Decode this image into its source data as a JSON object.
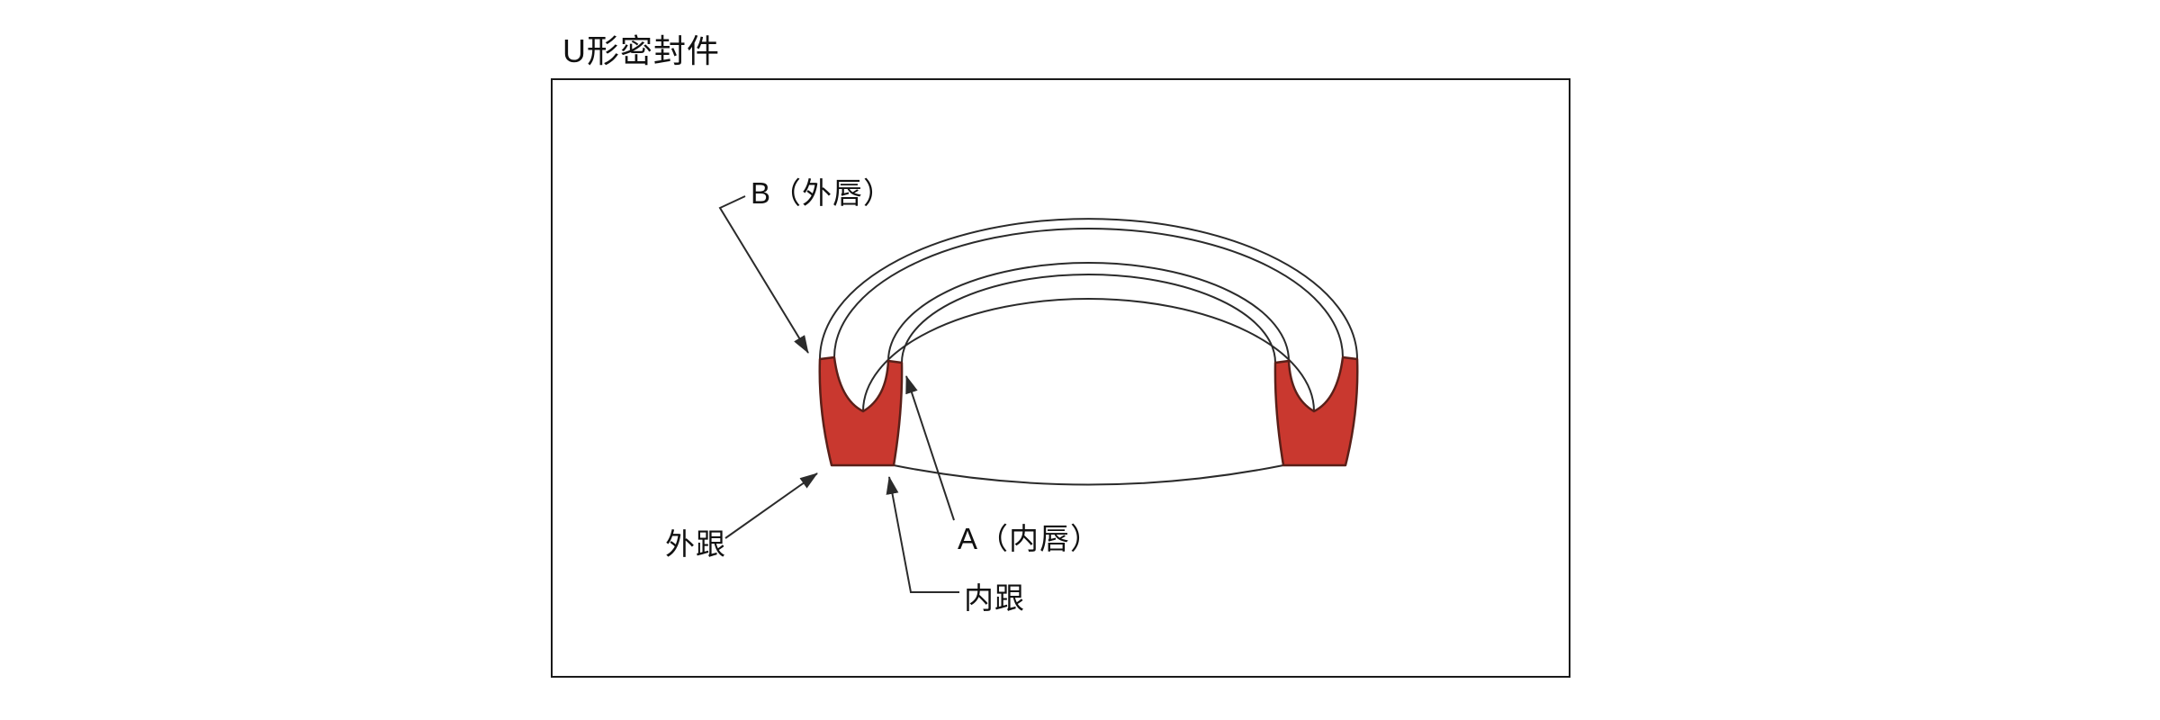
{
  "title": "U形密封件",
  "labels": {
    "outer_lip": "B（外唇）",
    "inner_lip": "A（内唇）",
    "outer_heel": "外跟",
    "inner_heel": "内跟"
  },
  "colors": {
    "seal_fill": "#c9382f",
    "seal_outline": "#5a1f18",
    "line": "#2b2b2b",
    "border": "#1a1a1a",
    "background": "#ffffff"
  }
}
